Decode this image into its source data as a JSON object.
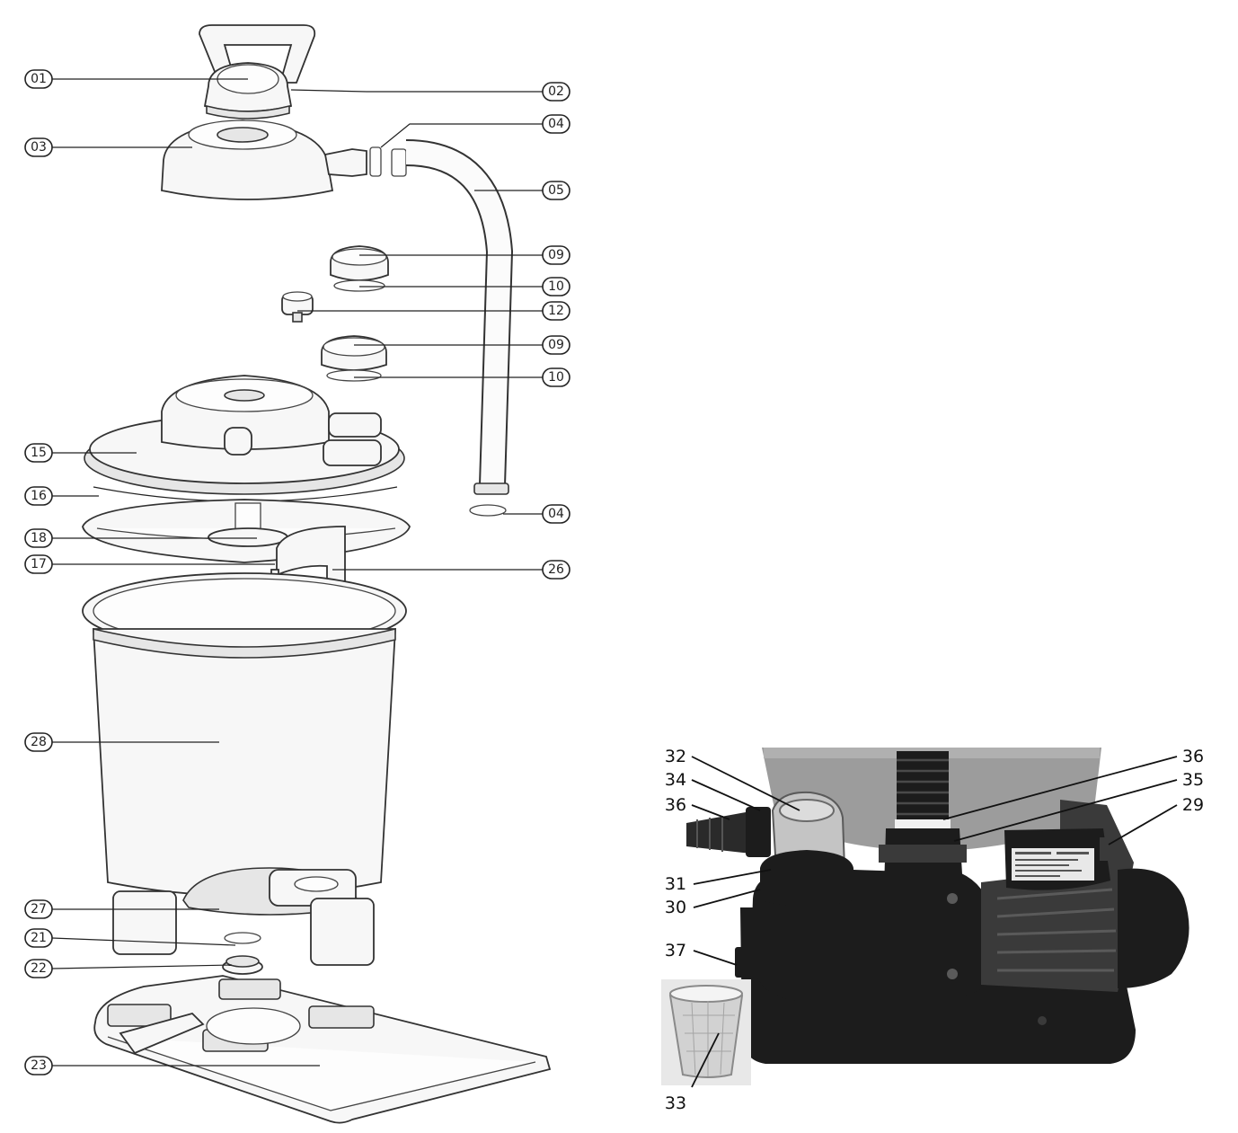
{
  "diagram": {
    "callouts": [
      {
        "label": "01"
      },
      {
        "label": "02"
      },
      {
        "label": "03"
      },
      {
        "label": "04"
      },
      {
        "label": "05"
      },
      {
        "label": "09"
      },
      {
        "label": "10"
      },
      {
        "label": "12"
      },
      {
        "label": "09"
      },
      {
        "label": "10"
      },
      {
        "label": "15"
      },
      {
        "label": "16"
      },
      {
        "label": "04"
      },
      {
        "label": "18"
      },
      {
        "label": "17"
      },
      {
        "label": "26"
      },
      {
        "label": "28"
      },
      {
        "label": "27"
      },
      {
        "label": "21"
      },
      {
        "label": "22"
      },
      {
        "label": "23"
      }
    ]
  },
  "photo": {
    "labels": [
      {
        "label": "32"
      },
      {
        "label": "36"
      },
      {
        "label": "34"
      },
      {
        "label": "35"
      },
      {
        "label": "36"
      },
      {
        "label": "29"
      },
      {
        "label": "31"
      },
      {
        "label": "30"
      },
      {
        "label": "37"
      },
      {
        "label": "33"
      }
    ]
  }
}
